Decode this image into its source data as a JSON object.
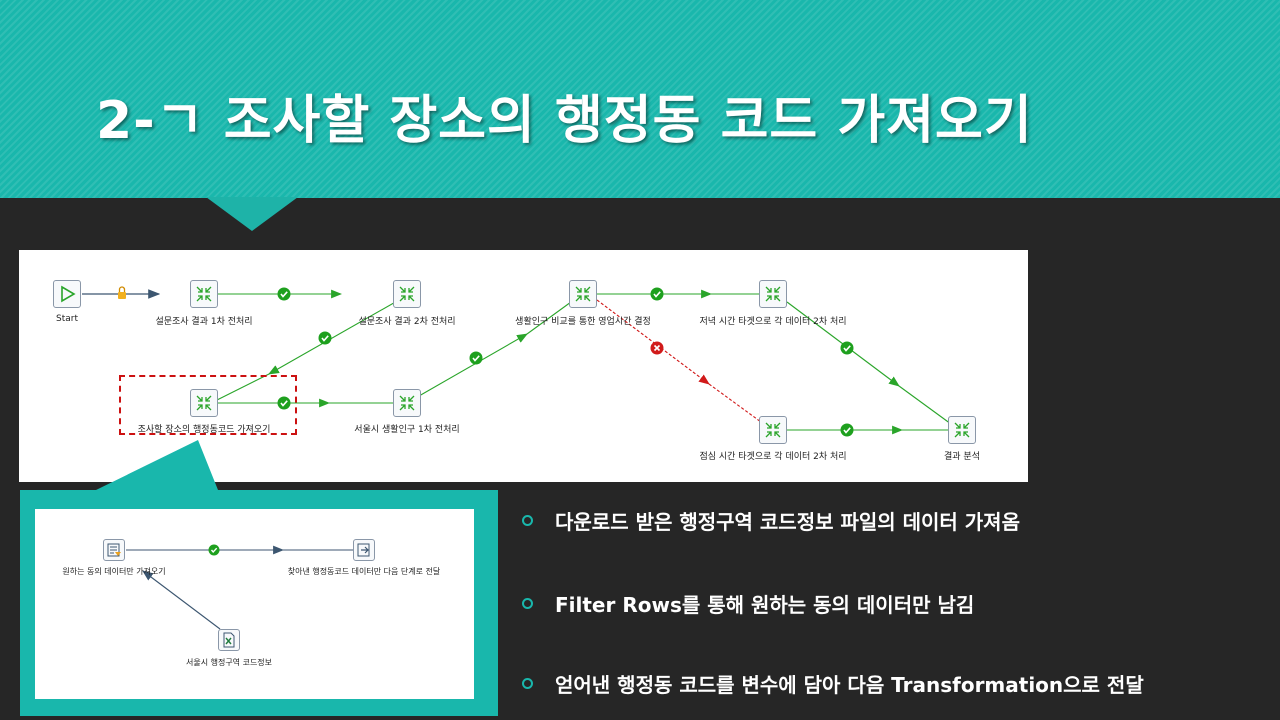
{
  "slide": {
    "title": "2-ㄱ 조사할 장소의 행정동 코드 가져오기",
    "colors": {
      "accent": "#19b7ac",
      "background": "#262626",
      "text": "#ffffff"
    }
  },
  "workflow": {
    "nodes": [
      {
        "id": "start",
        "label": "Start",
        "icon": "start-play-icon"
      },
      {
        "id": "survey1",
        "label": "설문조사 결과 1차 전처리",
        "icon": "transformation-icon"
      },
      {
        "id": "survey2",
        "label": "설문조사 결과 2차 전처리",
        "icon": "transformation-icon"
      },
      {
        "id": "compare",
        "label": "생활인구 비교를 통한 영업시간 결정",
        "icon": "transformation-icon"
      },
      {
        "id": "evening",
        "label": "저녁 시간 타겟으로 각 데이터 2차 처리",
        "icon": "transformation-icon"
      },
      {
        "id": "fetchcode",
        "label": "조사할 장소의 행정동코드 가져오기",
        "icon": "transformation-icon"
      },
      {
        "id": "seoulpop",
        "label": "서울시 생활인구 1차 전처리",
        "icon": "transformation-icon"
      },
      {
        "id": "lunch",
        "label": "점심 시간 타겟으로 각 데이터 2차 처리",
        "icon": "transformation-icon"
      },
      {
        "id": "result",
        "label": "결과 분석",
        "icon": "transformation-icon"
      }
    ],
    "hops": [
      {
        "from": "start",
        "to": "survey1",
        "status": "unconditional-lock-icon"
      },
      {
        "from": "survey1",
        "to": "survey2",
        "status": "success-check-icon"
      },
      {
        "from": "survey2",
        "to": "fetchcode",
        "status": "success-check-icon"
      },
      {
        "from": "fetchcode",
        "to": "seoulpop",
        "status": "success-check-icon"
      },
      {
        "from": "seoulpop",
        "to": "compare",
        "status": "success-check-icon"
      },
      {
        "from": "compare",
        "to": "evening",
        "status": "success-check-icon"
      },
      {
        "from": "compare",
        "to": "lunch",
        "status": "failure-x-icon"
      },
      {
        "from": "evening",
        "to": "result",
        "status": "success-check-icon"
      },
      {
        "from": "lunch",
        "to": "result",
        "status": "success-check-icon"
      }
    ],
    "highlighted": "fetchcode"
  },
  "subflow": {
    "nodes": [
      {
        "id": "filter",
        "label": "원하는 동의 데이터만 가져오기",
        "icon": "filter-rows-icon"
      },
      {
        "id": "copyrows",
        "label": "찾아낸 행정동코드 데이터만 다음 단계로 전달",
        "icon": "copy-rows-to-result-icon"
      },
      {
        "id": "excel",
        "label": "서울시 행정구역 코드정보",
        "icon": "excel-input-icon"
      }
    ]
  },
  "bullets": [
    "다운로드 받은 행정구역 코드정보 파일의 데이터 가져옴",
    "Filter Rows를 통해 원하는 동의 데이터만 남김",
    "얻어낸 행정동 코드를 변수에 담아 다음 Transformation으로 전달"
  ]
}
